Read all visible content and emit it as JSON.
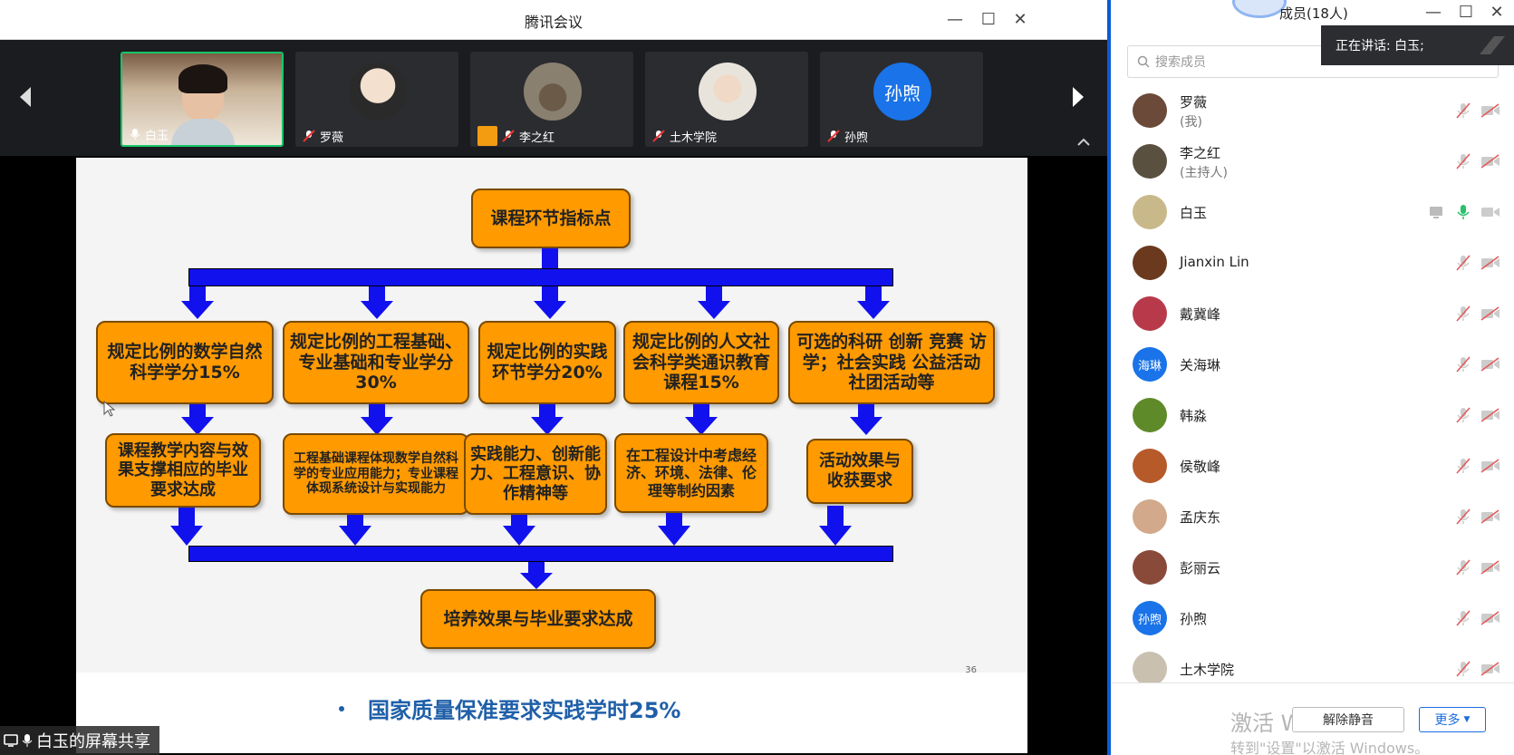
{
  "meeting": {
    "title": "腾讯会议",
    "participants": [
      {
        "name": "白玉",
        "kind": "camera"
      },
      {
        "name": "罗薇",
        "kind": "avatar"
      },
      {
        "name": "李之红",
        "kind": "avatar"
      },
      {
        "name": "土木学院",
        "kind": "avatar"
      },
      {
        "name": "孙煦",
        "kind": "initials",
        "initials": "孙煦"
      }
    ],
    "share_label": "白玉的屏幕共享"
  },
  "slide": {
    "top": "课程环节指标点",
    "row1": [
      "规定比例的数学自然科学学分15%",
      "规定比例的工程基础、专业基础和专业学分30%",
      "规定比例的实践环节学分20%",
      "规定比例的人文社会科学类通识教育课程15%",
      "可选的科研 创新 竞赛 访学；社会实践 公益活动  社团活动等"
    ],
    "row2": [
      "课程教学内容与效果支撑相应的毕业要求达成",
      "工程基础课程体现数学自然科学的专业应用能力；专业课程体现系统设计与实现能力",
      "实践能力、创新能力、工程意识、协作精神等",
      "在工程设计中考虑经济、环境、法律、伦理等制约因素",
      "活动效果与收获要求"
    ],
    "bottom": "培养效果与毕业要求达成",
    "page_number": "36",
    "bullet": "国家质量保准要求实践学时25%"
  },
  "members_panel": {
    "title": "成员(18人)",
    "speaking": "正在讲话: 白玉;",
    "search_placeholder": "搜索成员",
    "members": [
      {
        "name": "罗薇",
        "sub": "(我)",
        "color": "#6b4a3a"
      },
      {
        "name": "李之红",
        "sub": "(主持人)",
        "color": "#5a5040"
      },
      {
        "name": "白玉",
        "sub": "",
        "color": "#c9b98a",
        "speaking": true
      },
      {
        "name": "Jianxin Lin",
        "sub": "",
        "color": "#6b3a1e"
      },
      {
        "name": "戴冀峰",
        "sub": "",
        "color": "#b83a4a"
      },
      {
        "name": "关海琳",
        "sub": "",
        "color": "#1a73e8",
        "initials": "海琳"
      },
      {
        "name": "韩淼",
        "sub": "",
        "color": "#5f8a2a"
      },
      {
        "name": "侯敬峰",
        "sub": "",
        "color": "#b75a2a"
      },
      {
        "name": "孟庆东",
        "sub": "",
        "color": "#d2a98a"
      },
      {
        "name": "彭丽云",
        "sub": "",
        "color": "#8a4a3a"
      },
      {
        "name": "孙煦",
        "sub": "",
        "color": "#1a73e8",
        "initials": "孙煦"
      },
      {
        "name": "土木学院",
        "sub": "",
        "color": "#c9c0b0"
      }
    ],
    "unmute_all": "解除静音",
    "more": "更多",
    "watermark_line1": "激活 Windows",
    "watermark_line2": "转到\"设置\"以激活 Windows。"
  },
  "colors": {
    "accent": "#1a73e8",
    "box_fill": "#ff9a00",
    "arrow_blue": "#1111ee",
    "active_border": "#17c66a"
  }
}
